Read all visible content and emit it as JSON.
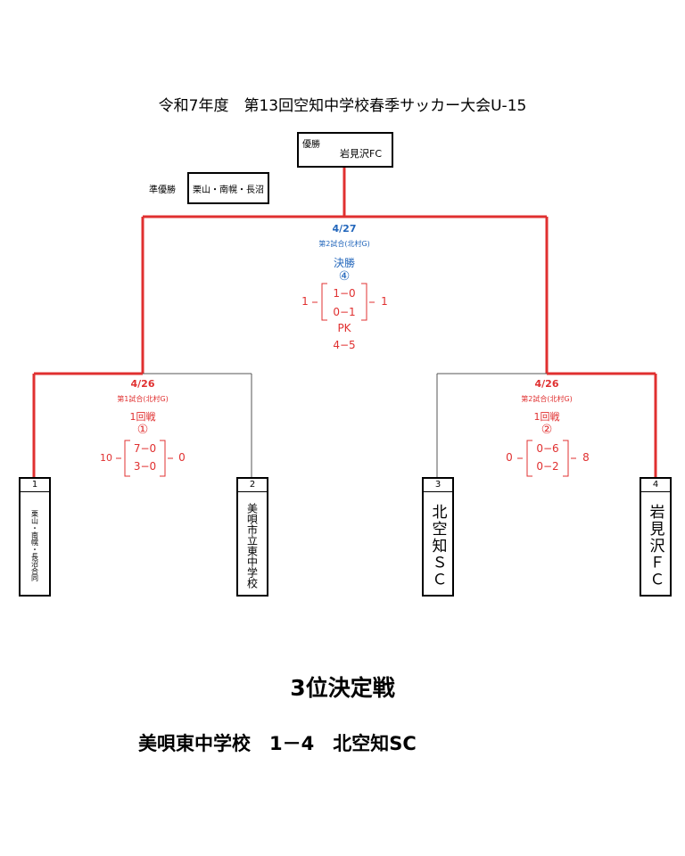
{
  "title": "令和7年度　第13回空知中学校春季サッカー大会U-15",
  "champion": {
    "label": "優勝",
    "team": "岩見沢FC"
  },
  "runner_up": {
    "label": "準優勝",
    "team": "栗山・南幌・長沼"
  },
  "final": {
    "date": "4/27",
    "venue": "第2試合(北村G)",
    "round": "決勝",
    "match_no": "④",
    "left_total": "1",
    "right_total": "1",
    "half1": "1−0",
    "half2": "0−1",
    "pk_label": "PK",
    "pk_score": "4−5"
  },
  "semi1": {
    "date": "4/26",
    "venue": "第1試合(北村G)",
    "round": "1回戦",
    "match_no": "①",
    "left_total": "10",
    "right_total": "0",
    "half1": "7−0",
    "half2": "3−0"
  },
  "semi2": {
    "date": "4/26",
    "venue": "第2試合(北村G)",
    "round": "1回戦",
    "match_no": "②",
    "left_total": "0",
    "right_total": "8",
    "half1": "0−6",
    "half2": "0−2"
  },
  "teams": [
    {
      "num": "1",
      "name": "栗山・南幌・長沼合同"
    },
    {
      "num": "2",
      "name": "美唄市立東中学校"
    },
    {
      "num": "3",
      "name": "北空知ＳＣ"
    },
    {
      "num": "4",
      "name": "岩見沢ＦＣ"
    }
  ],
  "third_place": {
    "title": "3位決定戦",
    "result": "美唄東中学校　1－4　北空知SC"
  },
  "colors": {
    "winner_line": "#e03030",
    "loser_line": "#555555",
    "date_blue": "#2266bb",
    "score_red": "#e03030"
  }
}
